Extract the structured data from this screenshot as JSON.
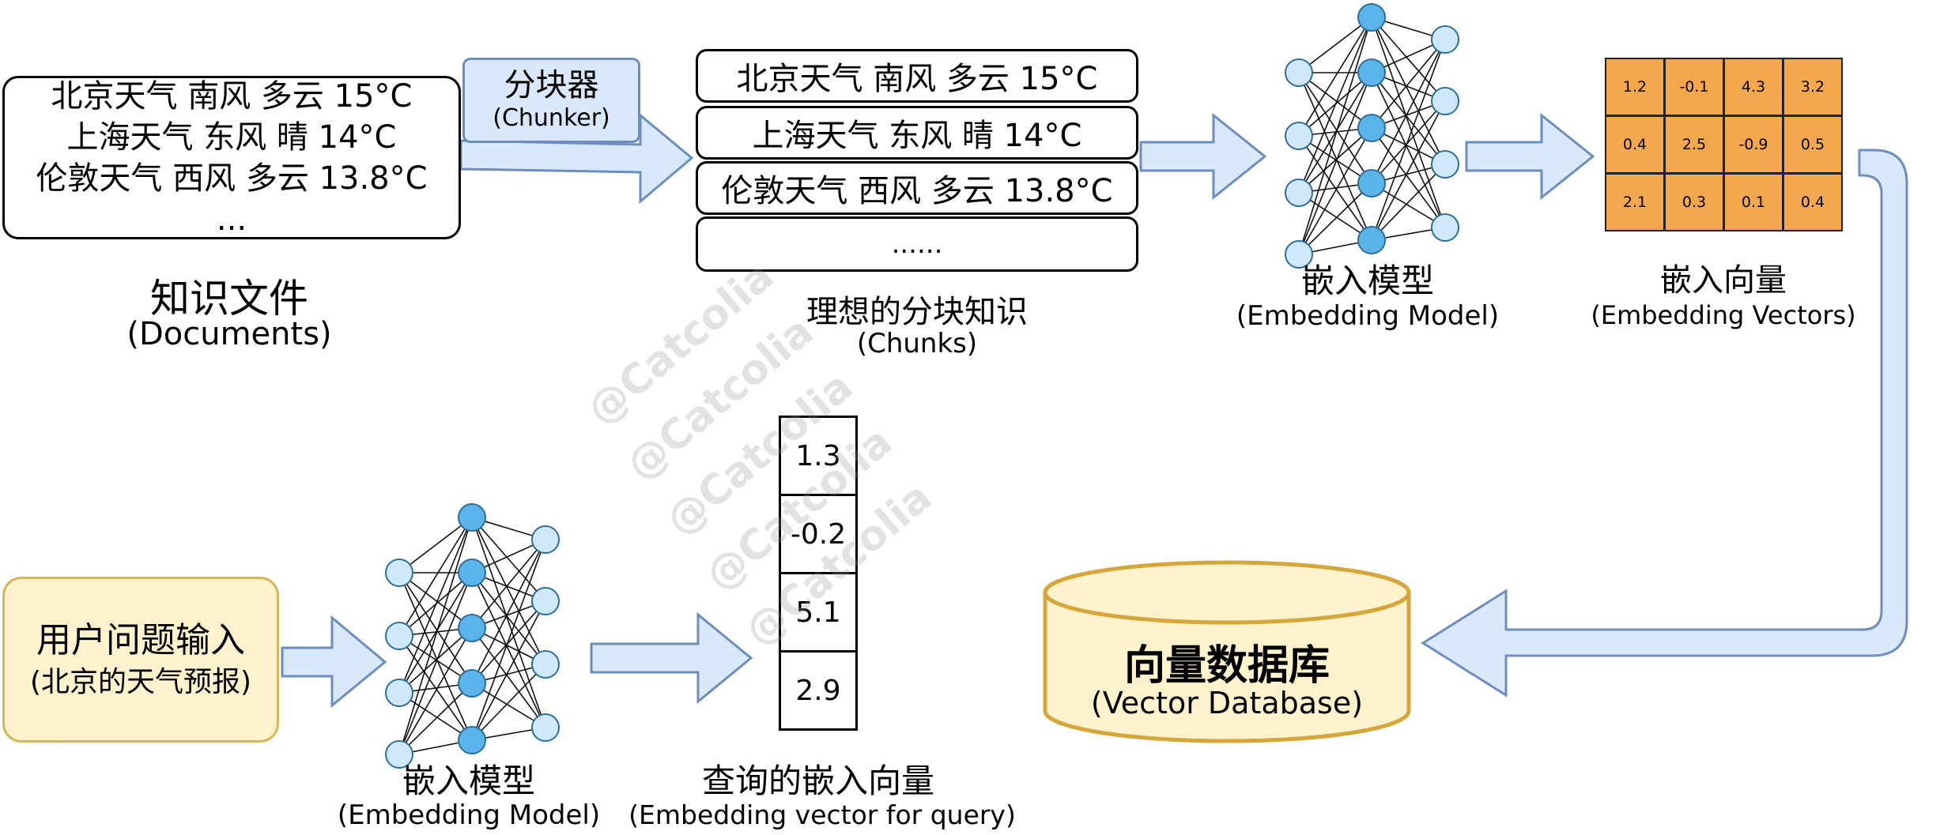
{
  "documents": {
    "lines": [
      "北京天气 南风 多云 15°C",
      "上海天气 东风 晴 14°C",
      "伦敦天气 西风 多云 13.8°C",
      "..."
    ],
    "title_zh": "知识文件",
    "title_en": "(Documents)"
  },
  "chunker": {
    "label_zh": "分块器",
    "label_en": "(Chunker)"
  },
  "chunks": {
    "items": [
      "北京天气 南风 多云 15°C",
      "上海天气 东风 晴 14°C",
      "伦敦天气 西风 多云 13.8°C",
      "......"
    ],
    "title_zh": "理想的分块知识",
    "title_en": "(Chunks)"
  },
  "embedding_model_top": {
    "title_zh": "嵌入模型",
    "title_en": "(Embedding Model)"
  },
  "embedding_vectors": {
    "title_zh": "嵌入向量",
    "title_en": "(Embedding Vectors)",
    "rows": [
      [
        "1.2",
        "-0.1",
        "4.3",
        "3.2"
      ],
      [
        "0.4",
        "2.5",
        "-0.9",
        "0.5"
      ],
      [
        "2.1",
        "0.3",
        "0.1",
        "0.4"
      ]
    ]
  },
  "vector_database": {
    "title_zh": "向量数据库",
    "title_en": "(Vector Database)"
  },
  "user_query": {
    "label_zh": "用户问题输入",
    "label_en": "(北京的天气预报)"
  },
  "embedding_model_bottom": {
    "title_zh": "嵌入模型",
    "title_en": "(Embedding Model)"
  },
  "query_vector": {
    "title_zh": "查询的嵌入向量",
    "title_en": "(Embedding vector for query)",
    "values": [
      "1.3",
      "-0.2",
      "5.1",
      "2.9"
    ]
  },
  "watermark": {
    "text": "@Catcolia"
  },
  "colors": {
    "arrow_fill": "#dae8fc",
    "arrow_stroke": "#6c8ebf",
    "node_fill": "#5ab4ea",
    "node_stroke": "#2d6e99",
    "matrix_fill": "#f4a84e",
    "query_fill": "#fff2cc",
    "query_stroke": "#d6b656",
    "database_stroke": "#d6a63a"
  }
}
